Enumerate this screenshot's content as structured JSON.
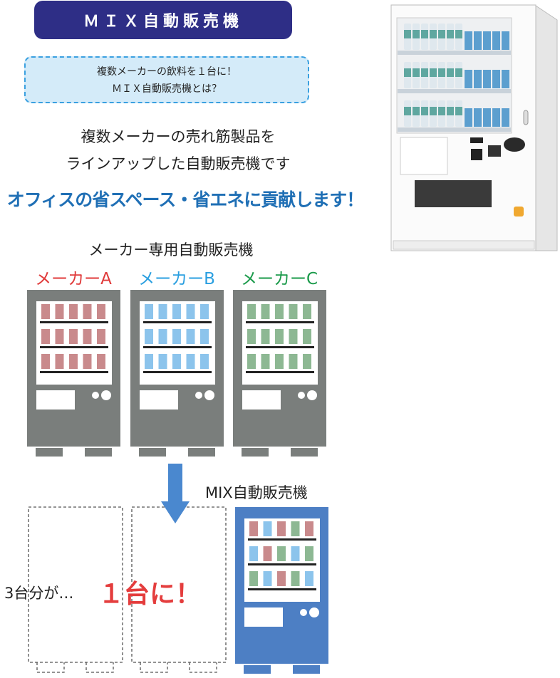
{
  "header": {
    "title": "ＭＩＸ自動販売機"
  },
  "intro": {
    "line1": "複数メーカーの飲料を１台に！",
    "line2": "ＭＩＸ自動販売機とは？"
  },
  "description": {
    "line1": "複数メーカーの売れ筋製品を",
    "line2": "ラインアップした自動販売機です"
  },
  "slogan": "オフィスの省スペース・省エネに貢献します！",
  "dedicated_heading": "メーカー専用自動販売機",
  "makers": [
    {
      "label": "メーカーA",
      "color": "#e03a3a",
      "product": "red"
    },
    {
      "label": "メーカーB",
      "color": "#2a9fe0",
      "product": "blue"
    },
    {
      "label": "メーカーC",
      "color": "#1a9a4a",
      "product": "green"
    }
  ],
  "mix": {
    "label": "MIX自動販売機",
    "grid": [
      [
        "red",
        "blue",
        "red",
        "green",
        "red"
      ],
      [
        "blue",
        "red",
        "green",
        "blue",
        "green"
      ],
      [
        "green",
        "blue",
        "red",
        "green",
        "blue"
      ]
    ]
  },
  "comparison": {
    "before": "3台分が…",
    "after": "１台に！"
  },
  "colors": {
    "red": "#c98a8c",
    "blue": "#8cc4ec",
    "green": "#8db893",
    "gray_body": "#7a7e7c",
    "mix_body": "#4d7fc4",
    "arrow": "#4a88cf"
  }
}
